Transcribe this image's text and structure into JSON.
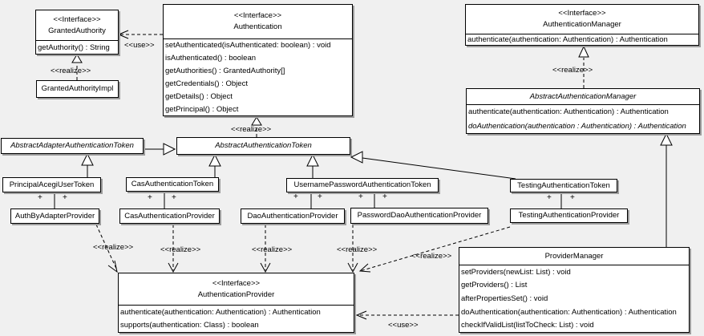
{
  "diagram": {
    "stereotype_interface": "<<Interface>>",
    "label_realize": "<<realize>>",
    "label_use": "<<use>>",
    "plus": "+"
  },
  "classes": {
    "granted_authority": {
      "stereotype": "<<Interface>>",
      "name": "GrantedAuthority",
      "methods": [
        "getAuthority() : String"
      ]
    },
    "granted_authority_impl": {
      "name": "GrantedAuthorityImpl"
    },
    "authentication": {
      "stereotype": "<<Interface>>",
      "name": "Authentication",
      "methods": [
        "setAuthenticated(isAuthenticated: boolean) : void",
        "isAuthenticated() : boolean",
        "getAuthorities() : GrantedAuthority[]",
        "getCredentials() : Object",
        "getDetails() : Object",
        "getPrincipal() : Object"
      ]
    },
    "authentication_manager": {
      "stereotype": "<<Interface>>",
      "name": "AuthenticationManager",
      "methods": [
        "authenticate(authentication: Authentication) : Authentication"
      ]
    },
    "abstract_authentication_manager": {
      "name": "AbstractAuthenticationManager",
      "methods": [
        "authenticate(authentication: Authentication) : Authentication",
        "doAuthentication(authentication : Authentication) : Authentication"
      ]
    },
    "abstract_adapter_authentication_token": {
      "name": "AbstractAdapterAuthenticationToken"
    },
    "abstract_authentication_token": {
      "name": "AbstractAuthenticationToken"
    },
    "principal_acegi_user_token": {
      "name": "PrincipalAcegiUserToken"
    },
    "cas_authentication_token": {
      "name": "CasAuthenticationToken"
    },
    "username_password_authentication_token": {
      "name": "UsernamePasswordAuthenticationToken"
    },
    "testing_authentication_token": {
      "name": "TestingAuthenticationToken"
    },
    "auth_by_adapter_provider": {
      "name": "AuthByAdapterProvider"
    },
    "cas_authentication_provider": {
      "name": "CasAuthenticationProvider"
    },
    "dao_authentication_provider": {
      "name": "DaoAuthenticationProvider"
    },
    "password_dao_authentication_provider": {
      "name": "PasswordDaoAuthenticationProvider"
    },
    "testing_authentication_provider": {
      "name": "TestingAuthenticationProvider"
    },
    "authentication_provider": {
      "stereotype": "<<Interface>>",
      "name": "AuthenticationProvider",
      "methods": [
        "authenticate(authentication: Authentication) : Authentication",
        "supports(authentication: Class) : boolean"
      ]
    },
    "provider_manager": {
      "name": "ProviderManager",
      "methods": [
        "setProviders(newList: List) : void",
        "getProviders() : List",
        "afterPropertiesSet() : void",
        "doAuthentication(authentication: Authentication) : Authentication",
        "checkIfValidList(listToCheck: List) : void"
      ]
    }
  },
  "relationships": [
    {
      "from": "Authentication",
      "to": "GrantedAuthority",
      "type": "use"
    },
    {
      "from": "GrantedAuthorityImpl",
      "to": "GrantedAuthority",
      "type": "realize"
    },
    {
      "from": "AbstractAuthenticationToken",
      "to": "Authentication",
      "type": "realize"
    },
    {
      "from": "AbstractAuthenticationManager",
      "to": "AuthenticationManager",
      "type": "realize"
    },
    {
      "from": "AbstractAdapterAuthenticationToken",
      "to": "AbstractAuthenticationToken",
      "type": "generalization"
    },
    {
      "from": "PrincipalAcegiUserToken",
      "to": "AbstractAdapterAuthenticationToken",
      "type": "generalization"
    },
    {
      "from": "CasAuthenticationToken",
      "to": "AbstractAuthenticationToken",
      "type": "generalization"
    },
    {
      "from": "UsernamePasswordAuthenticationToken",
      "to": "AbstractAuthenticationToken",
      "type": "generalization"
    },
    {
      "from": "TestingAuthenticationToken",
      "to": "AbstractAuthenticationToken",
      "type": "generalization"
    },
    {
      "from": "ProviderManager",
      "to": "AbstractAuthenticationManager",
      "type": "generalization"
    },
    {
      "from": "PrincipalAcegiUserToken",
      "to": "AuthByAdapterProvider",
      "type": "association",
      "ends": "+ +"
    },
    {
      "from": "CasAuthenticationToken",
      "to": "CasAuthenticationProvider",
      "type": "association",
      "ends": "+ +"
    },
    {
      "from": "UsernamePasswordAuthenticationToken",
      "to": "DaoAuthenticationProvider",
      "type": "association",
      "ends": "+ +"
    },
    {
      "from": "UsernamePasswordAuthenticationToken",
      "to": "PasswordDaoAuthenticationProvider",
      "type": "association",
      "ends": "+ +"
    },
    {
      "from": "TestingAuthenticationToken",
      "to": "TestingAuthenticationProvider",
      "type": "association",
      "ends": "+ +"
    },
    {
      "from": "AuthByAdapterProvider",
      "to": "AuthenticationProvider",
      "type": "realize"
    },
    {
      "from": "CasAuthenticationProvider",
      "to": "AuthenticationProvider",
      "type": "realize"
    },
    {
      "from": "DaoAuthenticationProvider",
      "to": "AuthenticationProvider",
      "type": "realize"
    },
    {
      "from": "PasswordDaoAuthenticationProvider",
      "to": "AuthenticationProvider",
      "type": "realize"
    },
    {
      "from": "TestingAuthenticationProvider",
      "to": "AuthenticationProvider",
      "type": "realize"
    },
    {
      "from": "ProviderManager",
      "to": "AuthenticationProvider",
      "type": "use"
    }
  ]
}
